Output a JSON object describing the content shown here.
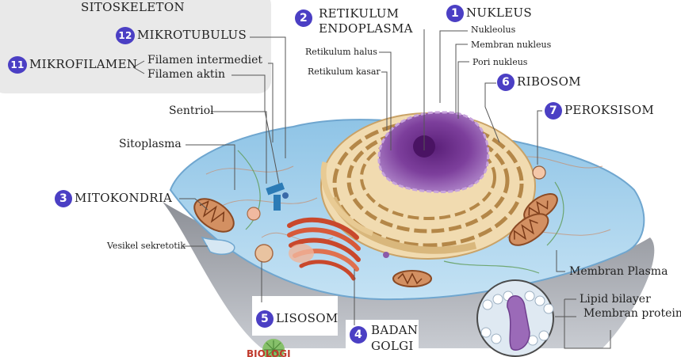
{
  "labels": {
    "sitoskeleton": "SITOSKELETON",
    "mikrotubulus": "MIKROTUBULUS",
    "mikrofilamen": "MIKROFILAMEN",
    "filamen_intermediet": "Filamen intermediet",
    "filamen_aktin": "Filamen aktin",
    "retikulum_endoplasma_1": "RETIKULUM",
    "retikulum_endoplasma_2": "ENDOPLASMA",
    "nukleus": "NUKLEUS",
    "nukleolus": "Nukleolus",
    "membran_nukleus": "Membran nukleus",
    "pori_nukleus": "Pori nukleus",
    "retikulum_halus": "Retikulum halus",
    "retikulum_kasar": "Retikulum kasar",
    "ribosom": "RIBOSOM",
    "peroksisom": "PEROKSISOM",
    "sentriol": "Sentriol",
    "sitoplasma": "Sitoplasma",
    "mitokondria": "MITOKONDRIA",
    "vesikel_sekretotik": "Vesikel sekretotik",
    "membran_plasma": "Membran Plasma",
    "lipid_bilayer": "Lipid bilayer",
    "membran_protein": "Membran protein",
    "lisosom": "LISOSOM",
    "badan_golgi_1": "BADAN",
    "badan_golgi_2": "GOLGI",
    "watermark": "BIOLOGI"
  },
  "badges": {
    "nukleus": "1",
    "retikulum": "2",
    "mitokondria": "3",
    "golgi": "4",
    "lisosom": "5",
    "ribosom": "6",
    "peroksisom": "7",
    "mikrofilamen": "11",
    "mikrotubulus": "12"
  },
  "colors": {
    "badge": "#4b3fc4",
    "cytoplasm": "#a9d3ee",
    "nucleus": "#7a3d97",
    "er": "#e7c890",
    "golgi": "#d35a3a",
    "mitochondria": "#b86a3a",
    "panel": "#eaeaea"
  }
}
